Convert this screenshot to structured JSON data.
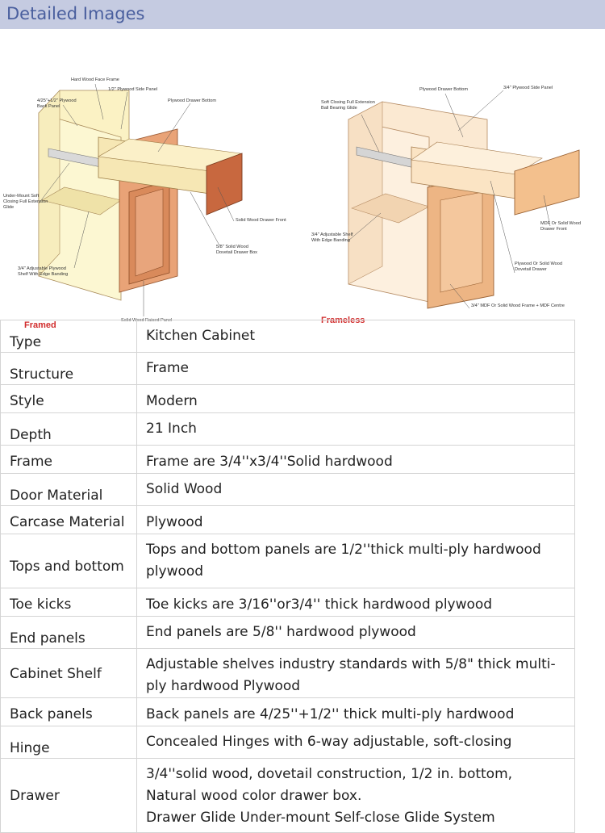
{
  "header": {
    "title": "Detailed Images"
  },
  "images": {
    "left": {
      "caption": "Framed",
      "labels": {
        "face_frame": "Hard Wood Face Frame",
        "side_panel": "1/2\" Plywood Side Panel",
        "back_panel_1": "4/25\"+1/2\" Plywood",
        "back_panel_2": "Back Panel",
        "drawer_bottom": "Plywood Drawer Bottom",
        "glide_1": "Under-Mount Soft",
        "glide_2": "Closing Full Extension",
        "glide_3": "Glide",
        "drawer_front": "Solid Wood Drawer Front",
        "drawer_box_1": "5/8\" Solid Wood",
        "drawer_box_2": "Dovetail Drawer Box",
        "shelf_1": "3/4\" Adjustable Plywood",
        "shelf_2": "Shelf With Edge Banding",
        "raised_panel": "Solid Wood Raised Panel"
      }
    },
    "right": {
      "caption": "Frameless",
      "labels": {
        "drawer_bottom": "Plywood Drawer Bottom",
        "side_panel": "3/4\" Plywood Side Panel",
        "glide_1": "Soft Closing Full Extension",
        "glide_2": "Ball Bearing Glide",
        "shelf_1": "3/4\" Adjustable Shelf",
        "shelf_2": "With Edge Banding",
        "mdf_front_1": "MDF Or Solid Wood",
        "mdf_front_2": "Drawer Front",
        "dovetail_1": "Plywood Or Solid Wood",
        "dovetail_2": "Dovetail Drawer",
        "frame": "3/4\" MDF Or Solid Wood Frame + MDF Centre"
      }
    }
  },
  "specs": [
    {
      "key": "Type",
      "value": "Kitchen Cabinet"
    },
    {
      "key": "Structure",
      "value": "Frame"
    },
    {
      "key": "Style",
      "value": "Modern"
    },
    {
      "key": "Depth",
      "value": "21 Inch"
    },
    {
      "key": "Frame",
      "value": "Frame are 3/4''x3/4''Solid hardwood"
    },
    {
      "key": "Door Material",
      "value": "Solid Wood"
    },
    {
      "key": "Carcase Material",
      "value": "Plywood"
    },
    {
      "key": "Tops and bottom",
      "value": "Tops and bottom panels are 1/2''thick multi-ply hardwood plywood"
    },
    {
      "key": "Toe kicks",
      "value": "Toe kicks are 3/16''or3/4'' thick hardwood plywood"
    },
    {
      "key": "End panels",
      "value": "End panels are 5/8'' hardwood plywood"
    },
    {
      "key": "Cabinet Shelf",
      "value": "Adjustable shelves industry standards with 5/8\" thick multi-ply hardwood Plywood"
    },
    {
      "key": "Back panels",
      "value": "Back panels are 4/25''+1/2'' thick multi-ply hardwood"
    },
    {
      "key": "Hinge",
      "value": "Concealed Hinges with 6-way adjustable, soft-closing"
    },
    {
      "key": "Drawer",
      "value": "3/4''solid wood, dovetail construction, 1/2 in. bottom, Natural wood color drawer box.",
      "value2": "Drawer Glide Under-mount Self-close Glide System"
    }
  ]
}
